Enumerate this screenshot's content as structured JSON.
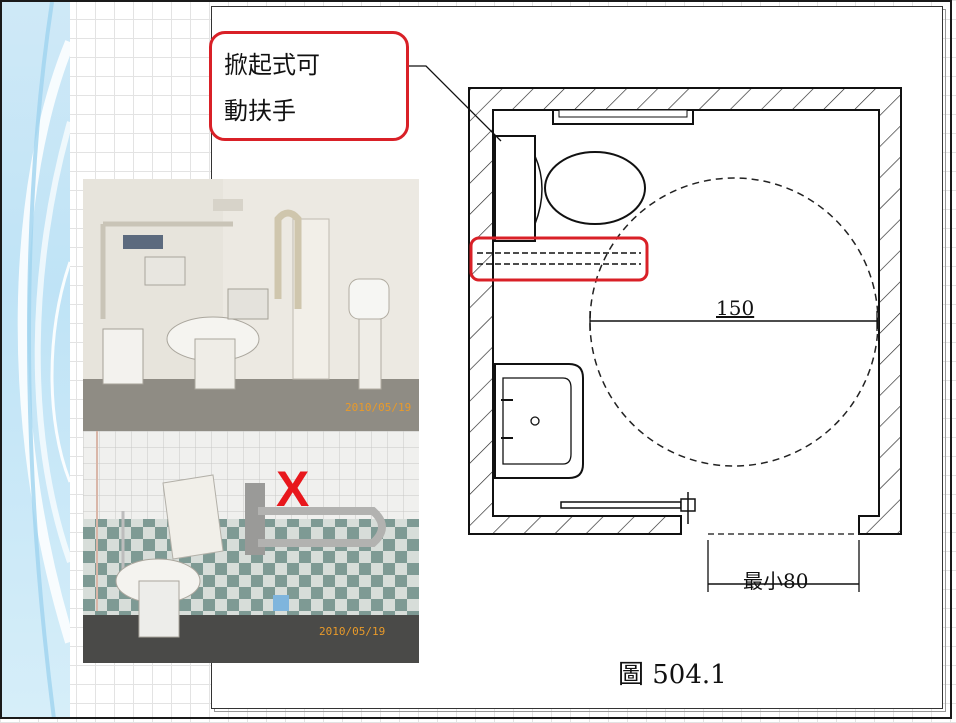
{
  "callout": {
    "line1": "掀起式可",
    "line2": "動扶手"
  },
  "plan": {
    "diameter_label": "150",
    "door_width_label": "最小80",
    "caption": "圖 504.1"
  },
  "photos": {
    "top_date": "2010/05/19",
    "bottom_date": "2010/05/19",
    "wrong_mark": "X"
  },
  "colors": {
    "highlight": "#d92027",
    "side_band": "#bfe3f6",
    "date_stamp": "#e89a2a"
  }
}
